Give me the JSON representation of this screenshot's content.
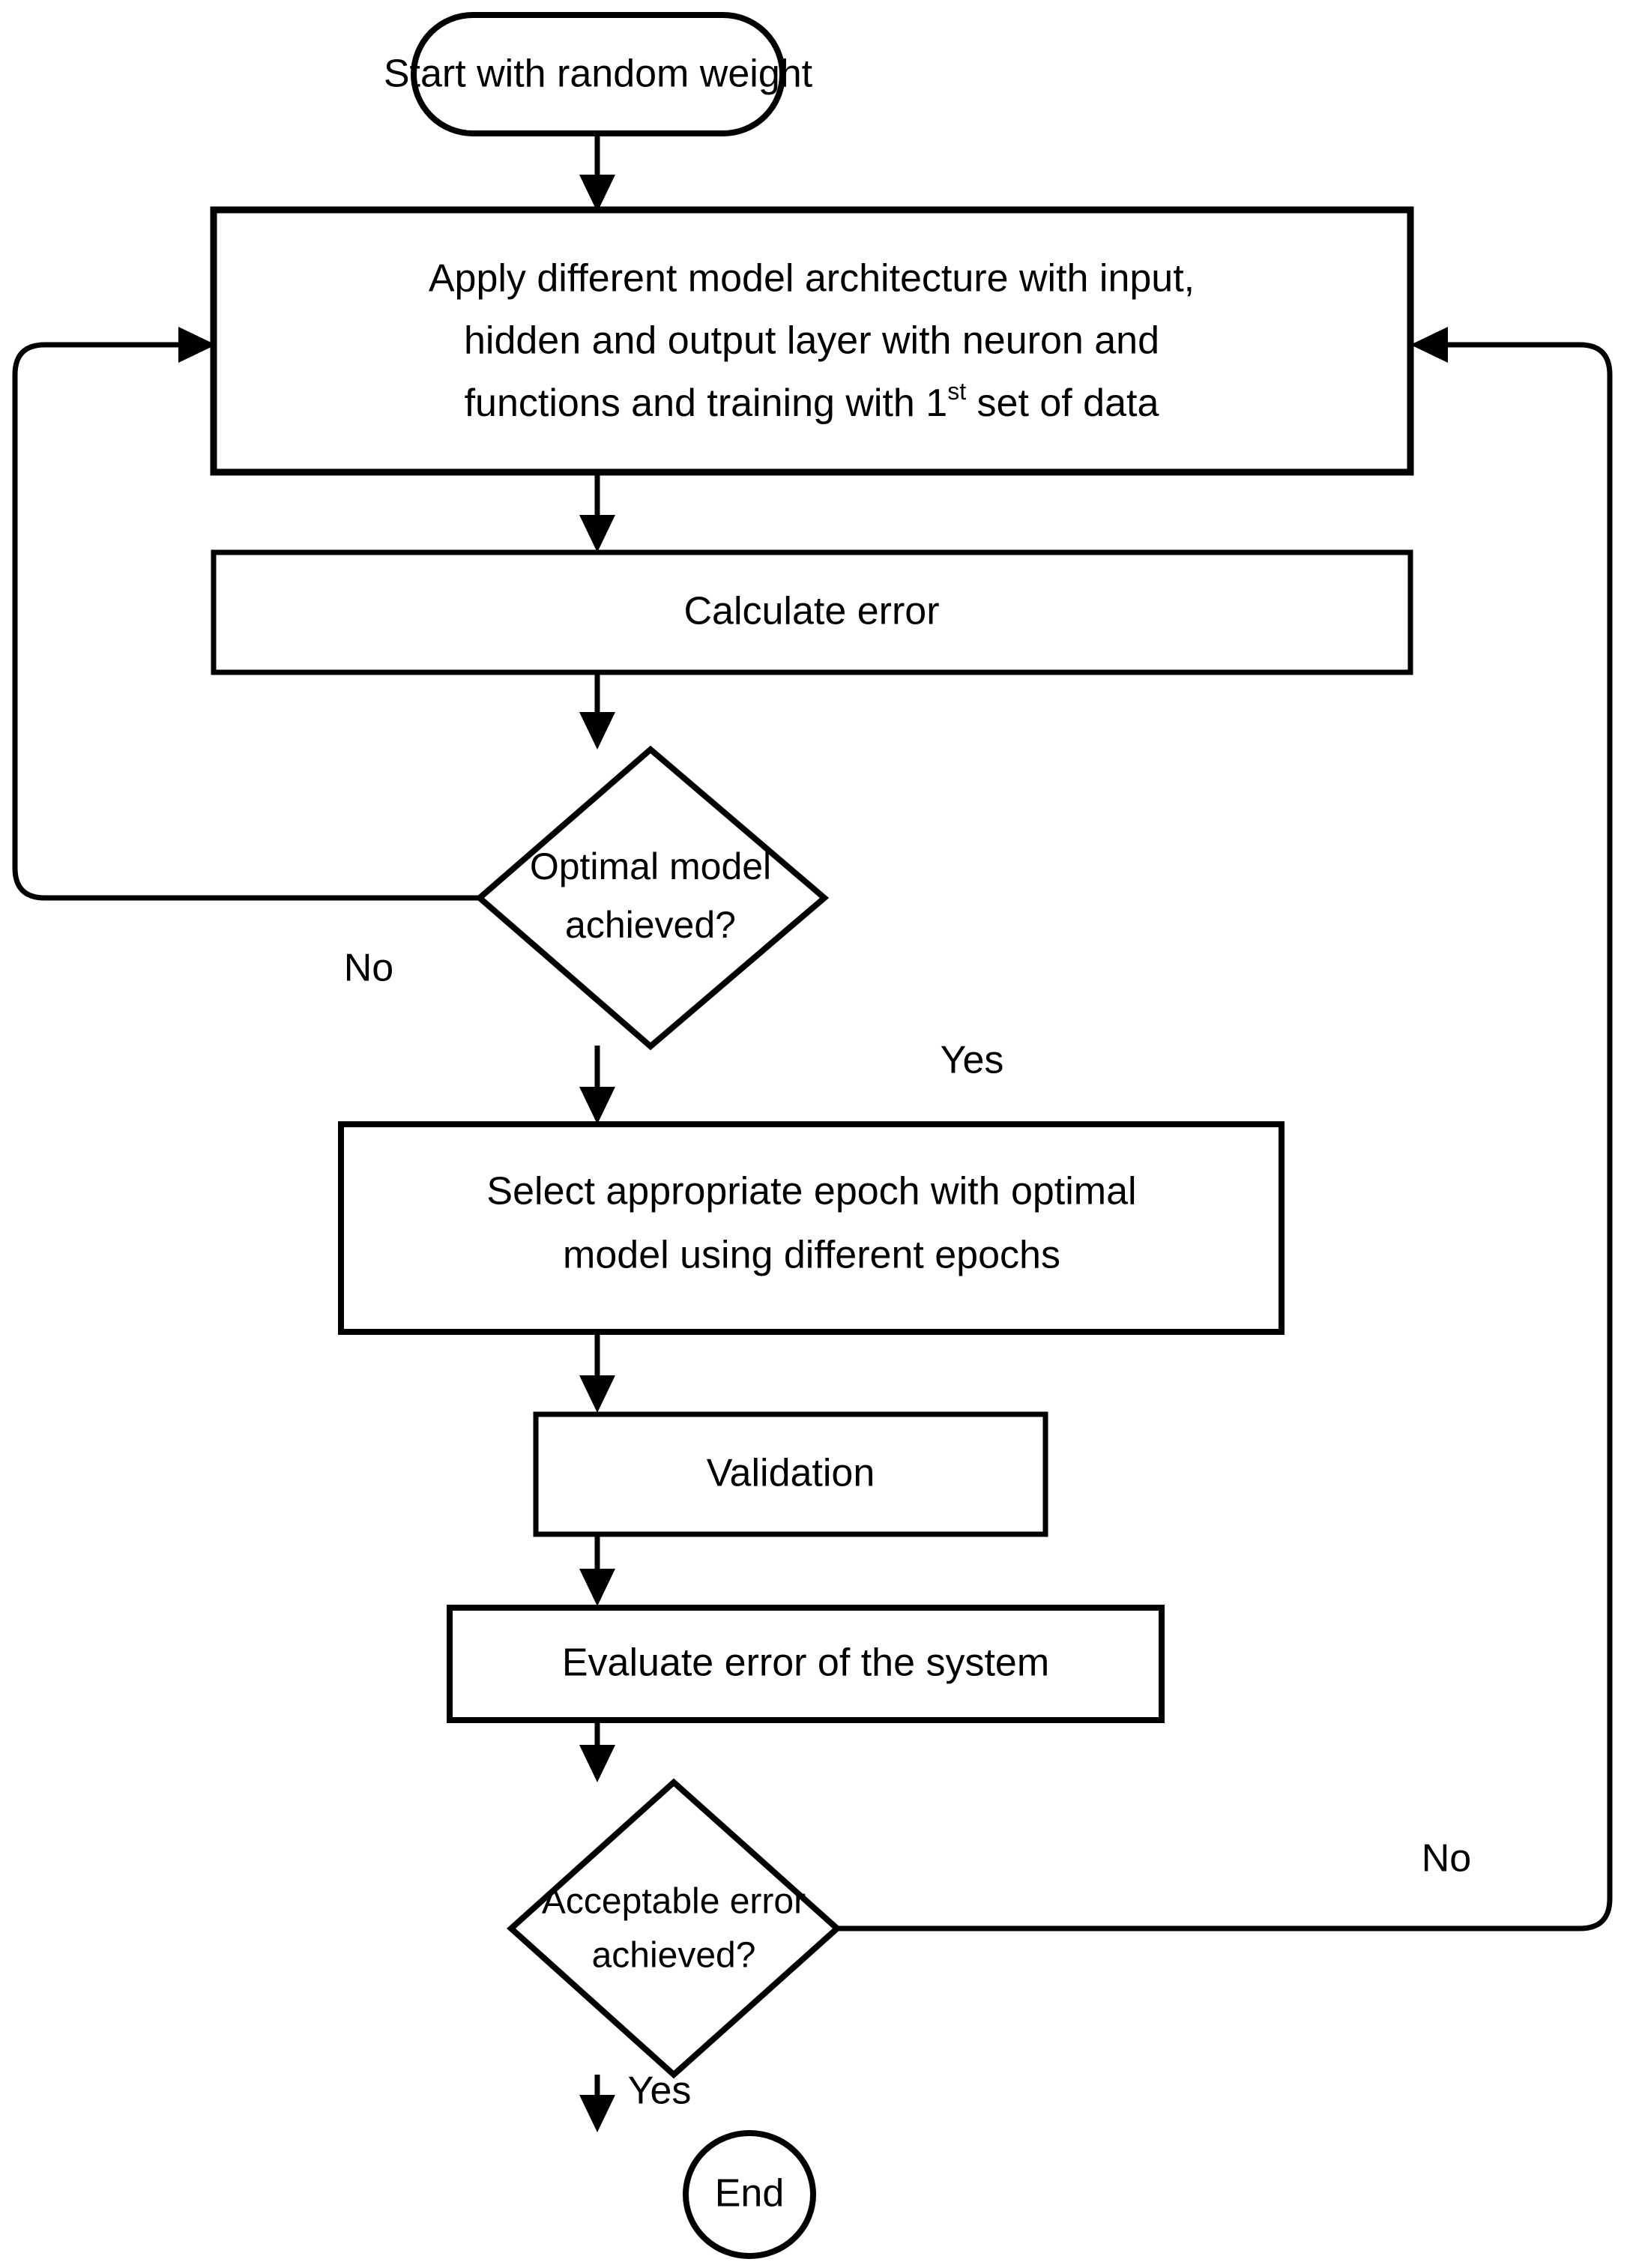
{
  "diagram": {
    "title": "Neural network model training and validation flowchart",
    "type": "flowchart",
    "background_color": "#ffffff",
    "line_color": "#000000",
    "text_color": "#000000"
  },
  "nodes": {
    "start": {
      "shape": "terminator-stadium",
      "label": "Start with random weight"
    },
    "apply_model": {
      "shape": "process-rectangle",
      "line1": "Apply different model architecture with input,",
      "line2": "hidden and output layer with neuron and",
      "line3_a": "functions and training with 1",
      "line3_sup": "st",
      "line3_b": " set of data"
    },
    "calculate_error": {
      "shape": "process-rectangle",
      "label": "Calculate error"
    },
    "optimal_decision": {
      "shape": "decision-diamond",
      "line1": "Optimal model",
      "line2": "achieved?"
    },
    "select_epoch": {
      "shape": "process-rectangle",
      "line1": "Select appropriate epoch with optimal",
      "line2": "model using different epochs"
    },
    "validation": {
      "shape": "process-rectangle",
      "label": "Validation"
    },
    "evaluate_error": {
      "shape": "process-rectangle",
      "label": "Evaluate error of the system"
    },
    "acceptable_decision": {
      "shape": "decision-diamond",
      "line1": "Acceptable error",
      "line2": "achieved?"
    },
    "end": {
      "shape": "terminator-ellipse",
      "label": "End"
    }
  },
  "edge_labels": {
    "optimal_no": "No",
    "optimal_yes": "Yes",
    "acceptable_no": "No",
    "acceptable_yes": "Yes"
  },
  "edges": [
    {
      "from": "start",
      "to": "apply_model",
      "label": ""
    },
    {
      "from": "apply_model",
      "to": "calculate_error",
      "label": ""
    },
    {
      "from": "calculate_error",
      "to": "optimal_decision",
      "label": ""
    },
    {
      "from": "optimal_decision",
      "to": "apply_model",
      "label": "No"
    },
    {
      "from": "optimal_decision",
      "to": "select_epoch",
      "label": "Yes"
    },
    {
      "from": "select_epoch",
      "to": "validation",
      "label": ""
    },
    {
      "from": "validation",
      "to": "evaluate_error",
      "label": ""
    },
    {
      "from": "evaluate_error",
      "to": "acceptable_decision",
      "label": ""
    },
    {
      "from": "acceptable_decision",
      "to": "apply_model",
      "label": "No"
    },
    {
      "from": "acceptable_decision",
      "to": "end",
      "label": "Yes"
    }
  ]
}
